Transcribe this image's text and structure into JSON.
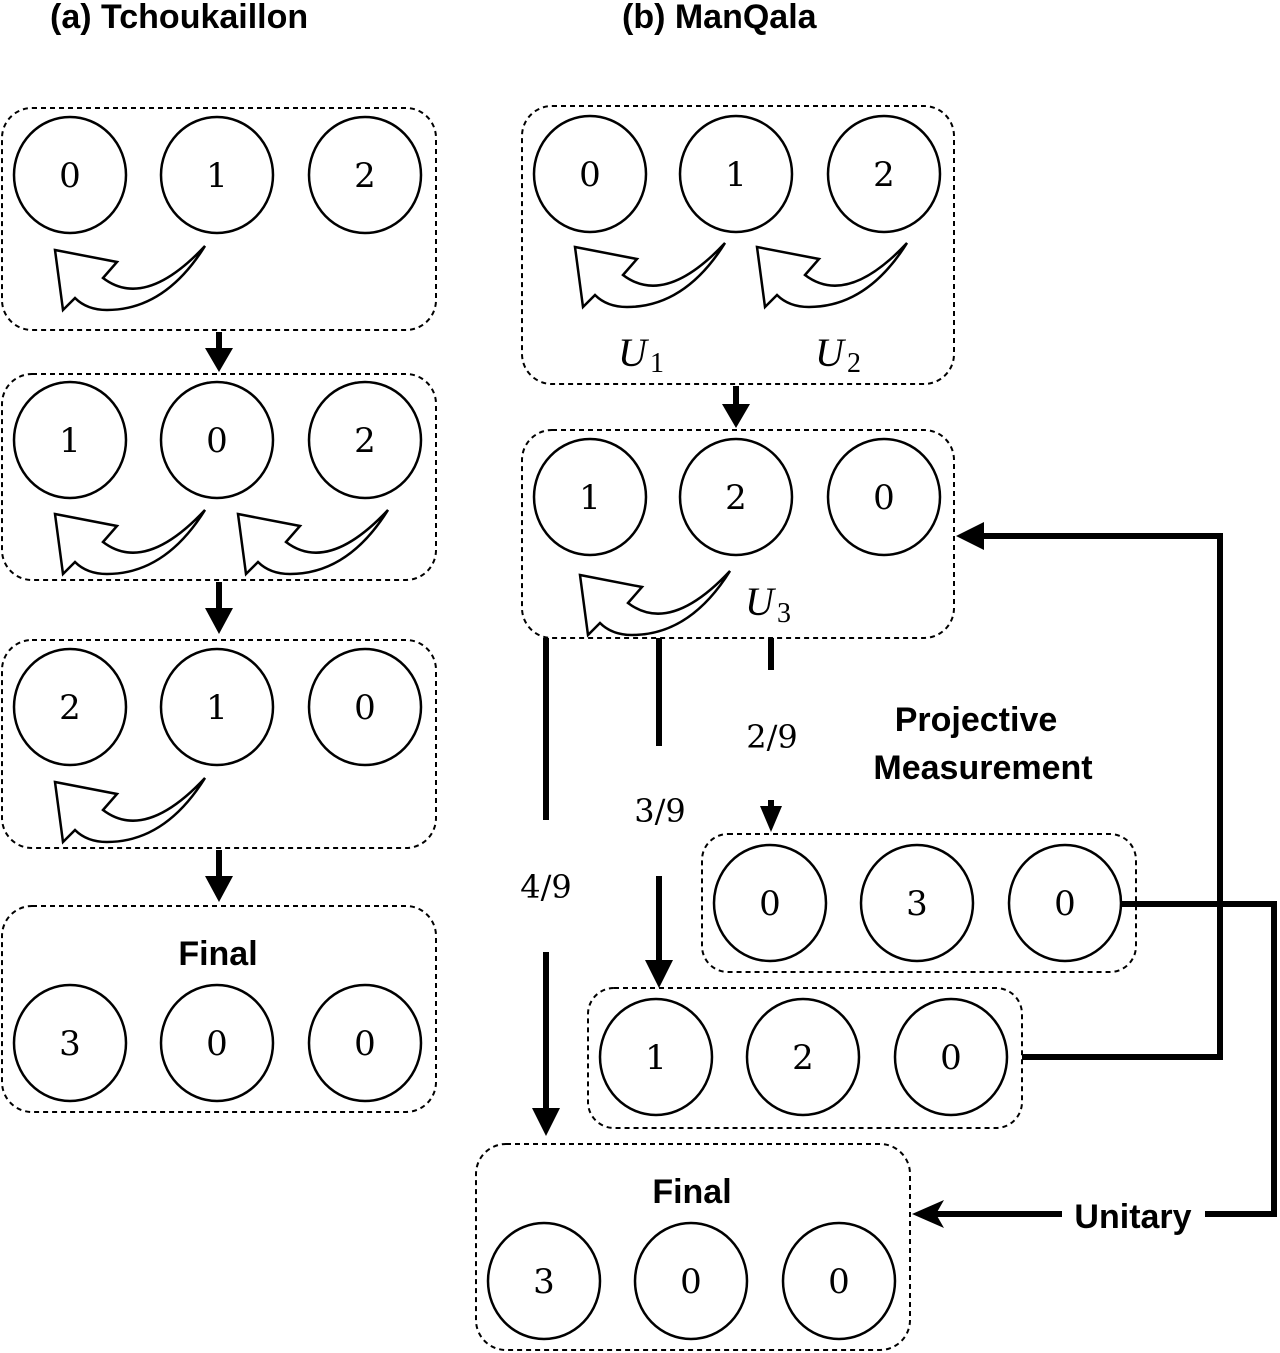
{
  "titles": {
    "a": "(a) Tchoukaillon",
    "b": "(b) ManQala"
  },
  "panel_a": {
    "states": [
      {
        "pits": [
          "0",
          "1",
          "2"
        ]
      },
      {
        "pits": [
          "1",
          "0",
          "2"
        ]
      },
      {
        "pits": [
          "2",
          "1",
          "0"
        ]
      }
    ],
    "final": {
      "label": "Final",
      "pits": [
        "3",
        "0",
        "0"
      ]
    }
  },
  "panel_b": {
    "initial": {
      "pits": [
        "0",
        "1",
        "2"
      ],
      "unitaries": [
        {
          "symbol": "U",
          "sub": "1"
        },
        {
          "symbol": "U",
          "sub": "2"
        }
      ]
    },
    "middle": {
      "pits": [
        "1",
        "2",
        "0"
      ],
      "unitary": {
        "symbol": "U",
        "sub": "3"
      }
    },
    "measurement_label": [
      "Projective",
      "Measurement"
    ],
    "probabilities": {
      "p_final": "4/9",
      "p_retry": "3/9",
      "p_030": "2/9"
    },
    "state_030": {
      "pits": [
        "0",
        "3",
        "0"
      ]
    },
    "state_120": {
      "pits": [
        "1",
        "2",
        "0"
      ]
    },
    "final": {
      "label": "Final",
      "pits": [
        "3",
        "0",
        "0"
      ]
    },
    "unitary_label": "Unitary"
  }
}
